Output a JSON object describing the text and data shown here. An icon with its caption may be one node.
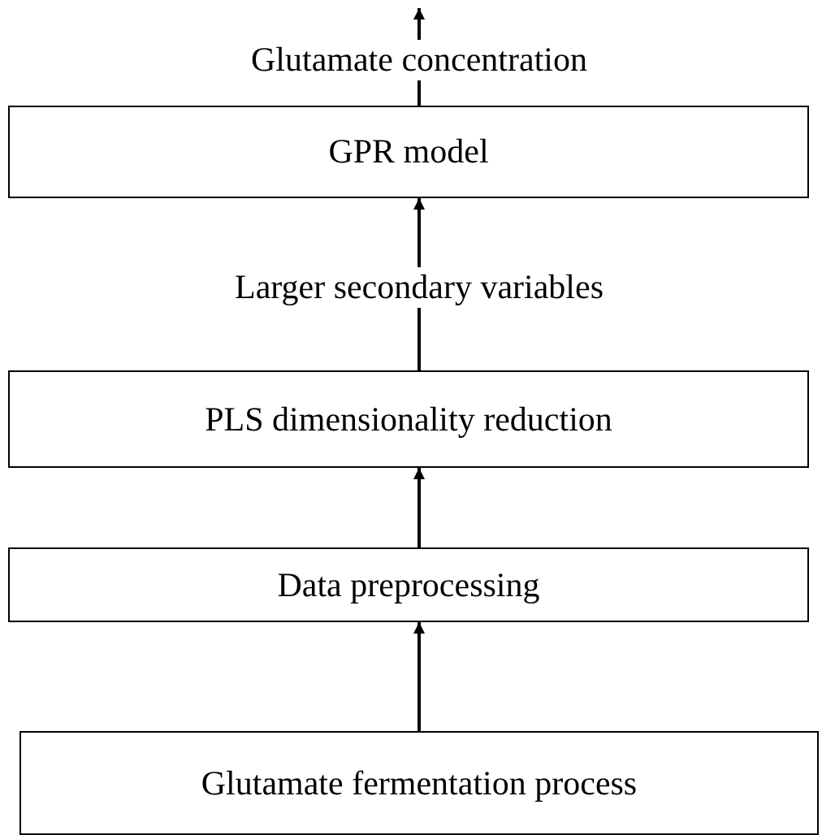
{
  "diagram": {
    "nodes": [
      {
        "text": [
          "GPR model"
        ]
      },
      {
        "text": [
          "PLS dimensionality reduction"
        ]
      },
      {
        "text": [
          "Data preprocessing"
        ]
      },
      {
        "text": [
          "Glutamate fermentation process"
        ]
      }
    ],
    "edges": [
      {
        "from": 0,
        "to": null,
        "arrow": "to",
        "label": "Glutamate concentration"
      },
      {
        "from": 1,
        "to": 0,
        "arrow": "to",
        "label": "Larger secondary variables"
      },
      {
        "from": 2,
        "to": 1,
        "arrow": "to"
      },
      {
        "from": 3,
        "to": 2,
        "arrow": "to"
      }
    ]
  }
}
